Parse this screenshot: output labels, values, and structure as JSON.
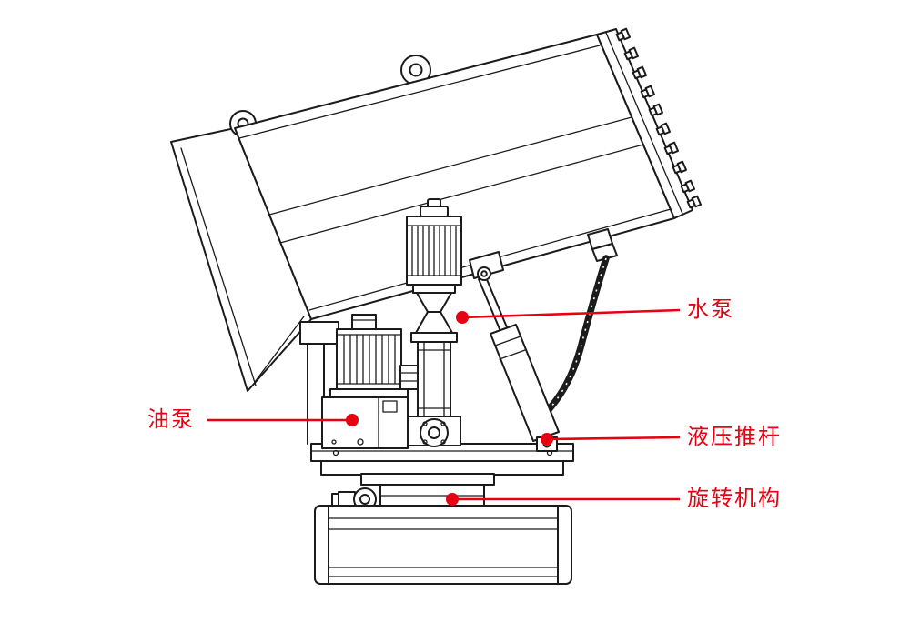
{
  "figure": {
    "colors": {
      "background": "#ffffff",
      "stroke": "#1b1b1b",
      "accent": "#e60012"
    },
    "callouts": {
      "water_pump": {
        "label": "水泵"
      },
      "oil_pump": {
        "label": "油泵"
      },
      "hydraulic_rod": {
        "label": "液压推杆"
      },
      "rotary_mechanism": {
        "label": "旋转机构"
      }
    }
  }
}
